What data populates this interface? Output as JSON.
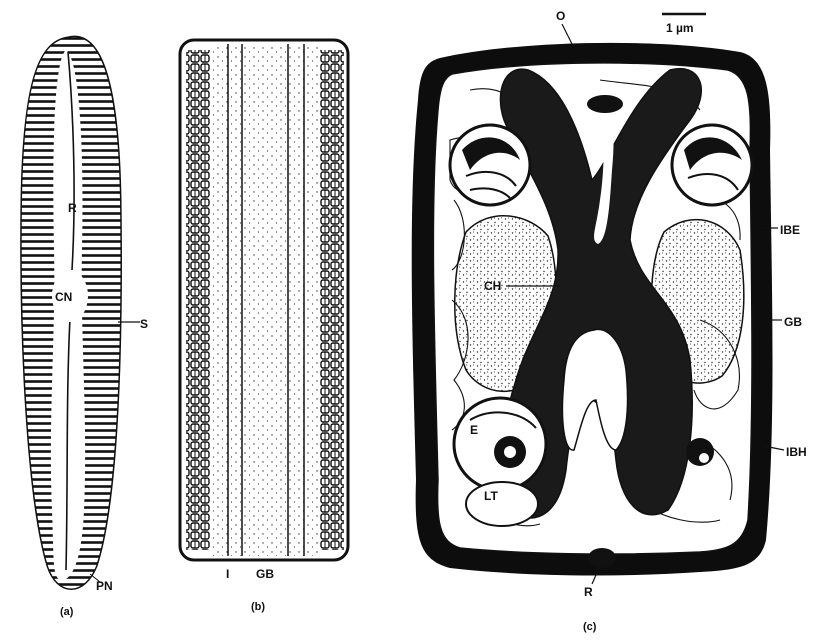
{
  "panels": [
    {
      "id": "a",
      "caption": "(a)",
      "labels": {
        "raphe": "R",
        "central_nodule": "CN",
        "striae": "S",
        "polar_nodule": "PN"
      }
    },
    {
      "id": "b",
      "caption": "(b)",
      "labels": {
        "intercalary": "I",
        "girdle_band": "GB"
      }
    },
    {
      "id": "c",
      "caption": "(c)",
      "labels": {
        "opening": "O",
        "scale_bar": "1 µm",
        "chloroplast": "CH",
        "inner_band_epitheca": "IBE",
        "girdle_band": "GB",
        "inner_band_hypotheca": "IBH",
        "element_e": "E",
        "lipid": "LT",
        "raphe": "R"
      }
    }
  ],
  "colors": {
    "ink": "#111111",
    "background": "#ffffff",
    "wall": "#0d0d0d"
  }
}
